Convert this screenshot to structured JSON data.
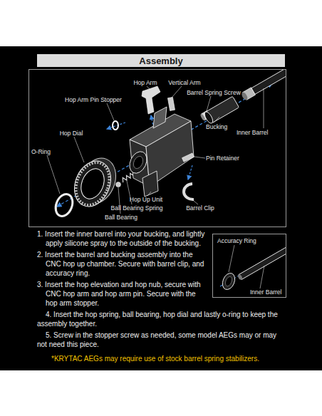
{
  "diagram": {
    "title": "Assembly",
    "nodes": [
      {
        "text": [
          "Accuracy Ring",
          "Inner Barrel"
        ]
      }
    ],
    "labels": [
      "Hop Arm",
      "Vertical Arm",
      "Barrel Spring Screw",
      "Hop Arm Pin Stopper",
      "Hop Dial",
      "Bucking",
      "Inner Barrel",
      "O-Ring",
      "Pin Retainer",
      "Hop Up Unit",
      "Ball Bearing Spring",
      "Barrel Clip",
      "Ball Bearing",
      "1. Insert the inner barrel into your bucking, and lightly apply silicone spray to the outside of the bucking.",
      "2. Insert the barrel and bucking assembly into the CNC hop up chamber. Secure with barrel clip, and accuracy ring.",
      "3. Insert the hop elevation and hop nub, secure with CNC hop arm and hop arm pin. Secure with the hop arm stopper.",
      "4. Insert the hop spring, ball bearing, hop dial and lastly o-ring to keep the assembly together.",
      "5. Screw in the stopper screw as needed, some model AEGs may or may not need this piece.",
      "*KRYTAC AEGs may require use of stock barrel spring stabilizers."
    ]
  }
}
